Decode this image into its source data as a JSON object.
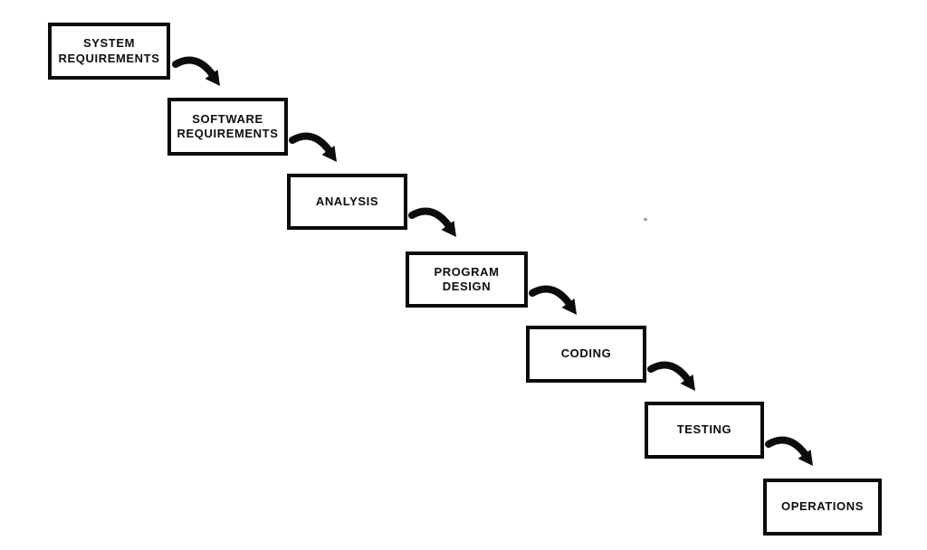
{
  "diagram": {
    "kind": "waterfall-model-flow",
    "colors": {
      "background": "#ffffff",
      "box_border": "#0b0b0b",
      "text": "#0d0d0d",
      "arrow": "#0c0c0c"
    },
    "steps": [
      {
        "label": "SYSTEM\nREQUIREMENTS"
      },
      {
        "label": "SOFTWARE\nREQUIREMENTS"
      },
      {
        "label": "ANALYSIS"
      },
      {
        "label": "PROGRAM\nDESIGN"
      },
      {
        "label": "CODING"
      },
      {
        "label": "TESTING"
      },
      {
        "label": "OPERATIONS"
      }
    ]
  }
}
